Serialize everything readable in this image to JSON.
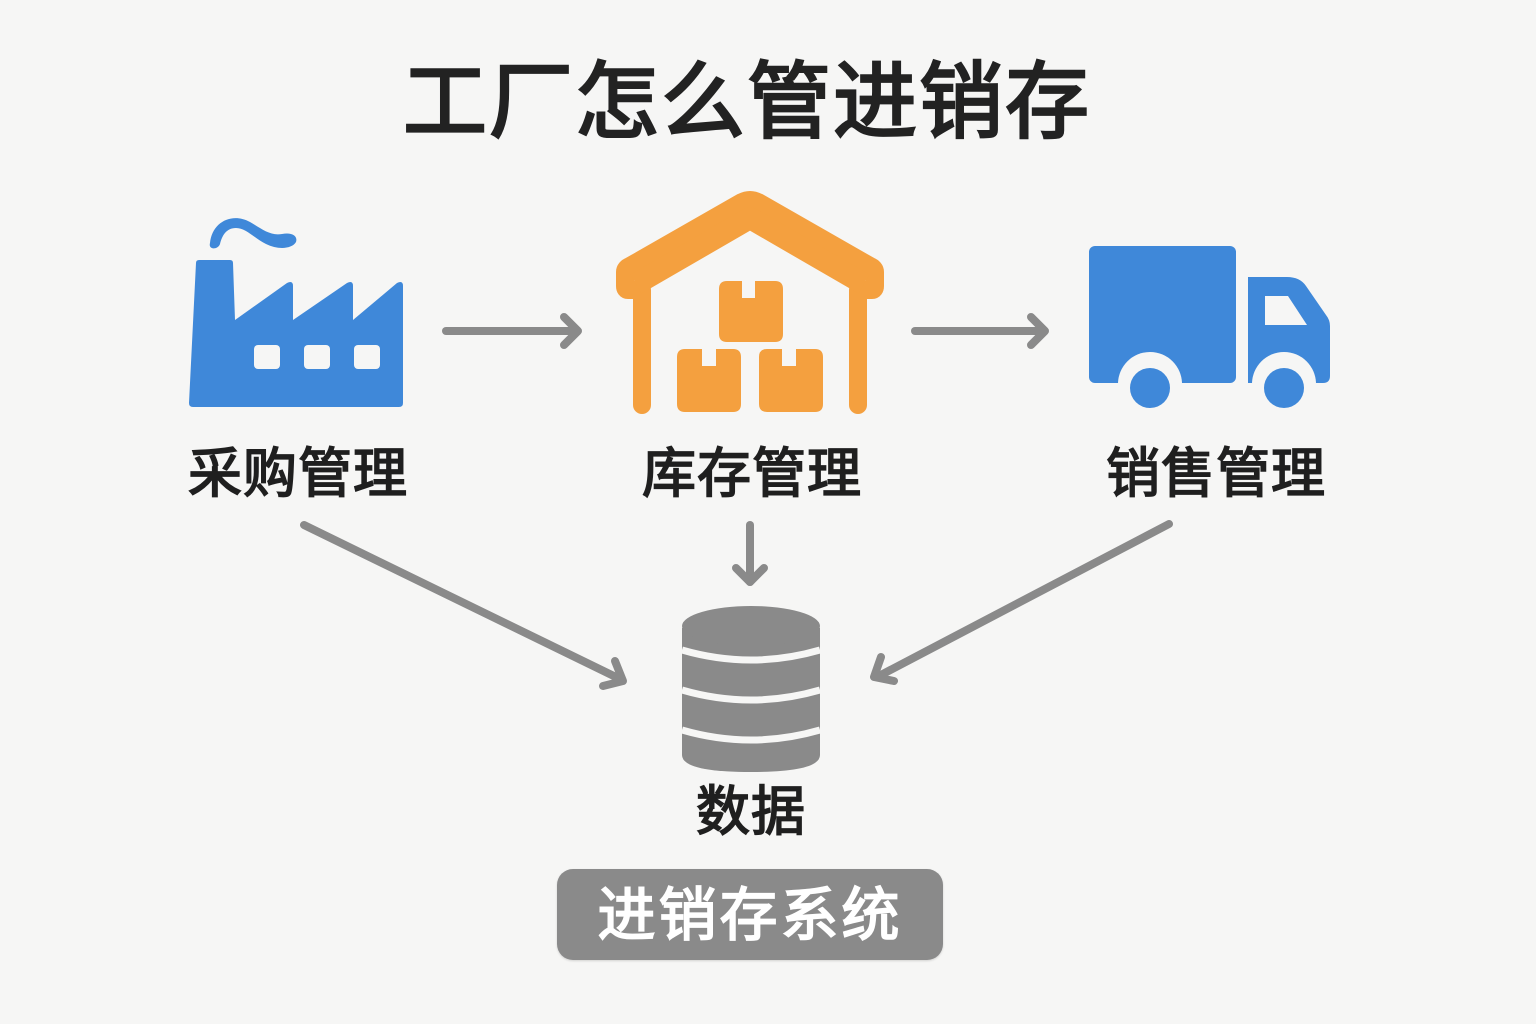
{
  "title": "工厂怎么管进销存",
  "nodes": {
    "purchase": {
      "label": "采购管理",
      "icon": "factory-icon",
      "color": "#3f88d9"
    },
    "inventory": {
      "label": "库存管理",
      "icon": "warehouse-icon",
      "color": "#f4a03f"
    },
    "sales": {
      "label": "销售管理",
      "icon": "truck-icon",
      "color": "#3f88d9"
    },
    "data": {
      "label": "数据",
      "icon": "database-icon",
      "color": "#8a8a8a"
    }
  },
  "system": {
    "label": "进销存系统",
    "color": "#8a8a8a"
  },
  "edges": [
    {
      "from": "purchase",
      "to": "inventory"
    },
    {
      "from": "inventory",
      "to": "sales"
    },
    {
      "from": "purchase",
      "to": "data"
    },
    {
      "from": "inventory",
      "to": "data"
    },
    {
      "from": "sales",
      "to": "data"
    }
  ],
  "colors": {
    "background": "#f6f6f5",
    "arrow": "#8a8a8a",
    "text": "#1f1f1f"
  }
}
